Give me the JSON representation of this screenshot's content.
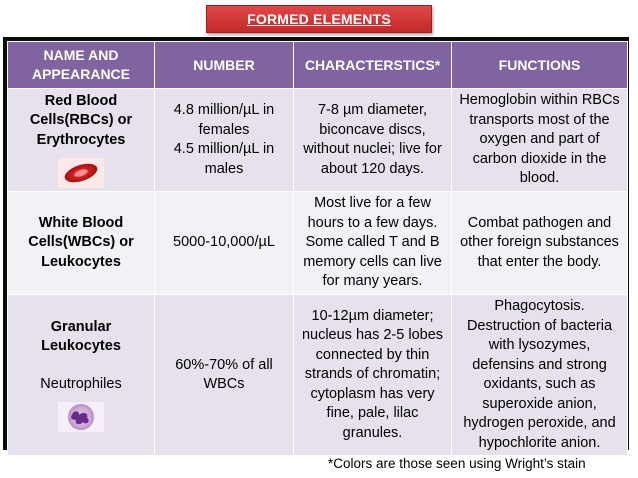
{
  "title": "FORMED ELEMENTS",
  "headers": {
    "name": [
      "NAME AND",
      "APPEARANCE"
    ],
    "number": "NUMBER",
    "characteristics": "CHARACTERSTICS*",
    "functions": "FUNCTIONS"
  },
  "rows": [
    {
      "name_lines": [
        "Red Blood",
        "Cells(RBCs) or",
        "Erythrocytes"
      ],
      "image_icon": "red-blood-cell-icon",
      "number_lines": [
        "4.8 million/µL in",
        "females",
        "4.5 million/µL in",
        "males"
      ],
      "characteristics_lines": [
        "7-8 µm diameter,",
        "biconcave discs,",
        "without nuclei; live for",
        "about 120 days."
      ],
      "functions_lines": [
        "Hemoglobin within RBCs",
        "transports most of the",
        "oxygen and part of",
        "carbon dioxide in the",
        "blood."
      ]
    },
    {
      "name_lines": [
        "White Blood",
        "Cells(WBCs) or",
        "Leukocytes"
      ],
      "number_lines": [
        "5000-10,000/µL"
      ],
      "characteristics_lines": [
        "Most live for a few",
        "hours to a few days.",
        "Some called T and B",
        "memory cells can live",
        "for many years."
      ],
      "functions_lines": [
        "Combat pathogen and",
        "other foreign substances",
        "that enter the body."
      ]
    },
    {
      "name_lines": [
        "Granular",
        "Leukocytes"
      ],
      "name_sub": "Neutrophiles",
      "image_icon": "neutrophil-cell-icon",
      "number_lines": [
        "60%-70% of all",
        "WBCs"
      ],
      "characteristics_lines": [
        "10-12µm diameter;",
        "nucleus has 2-5 lobes",
        "connected by thin",
        "strands of chromatin;",
        "cytoplasm has very",
        "fine, pale, lilac",
        "granules."
      ],
      "functions_lines": [
        "Phagocytosis.",
        "Destruction of bacteria",
        "with lysozymes,",
        "defensins and strong",
        "oxidants, such as",
        "superoxide anion,",
        "hydrogen peroxide, and",
        "hypochlorite anion."
      ]
    }
  ],
  "footnote": "*Colors are those seen using Wright’s stain",
  "colors": {
    "header_bg": "#8064a2",
    "title_bg": "#d03a3a",
    "row_dark": "#e6e1ec",
    "row_light": "#f3f1f6"
  }
}
